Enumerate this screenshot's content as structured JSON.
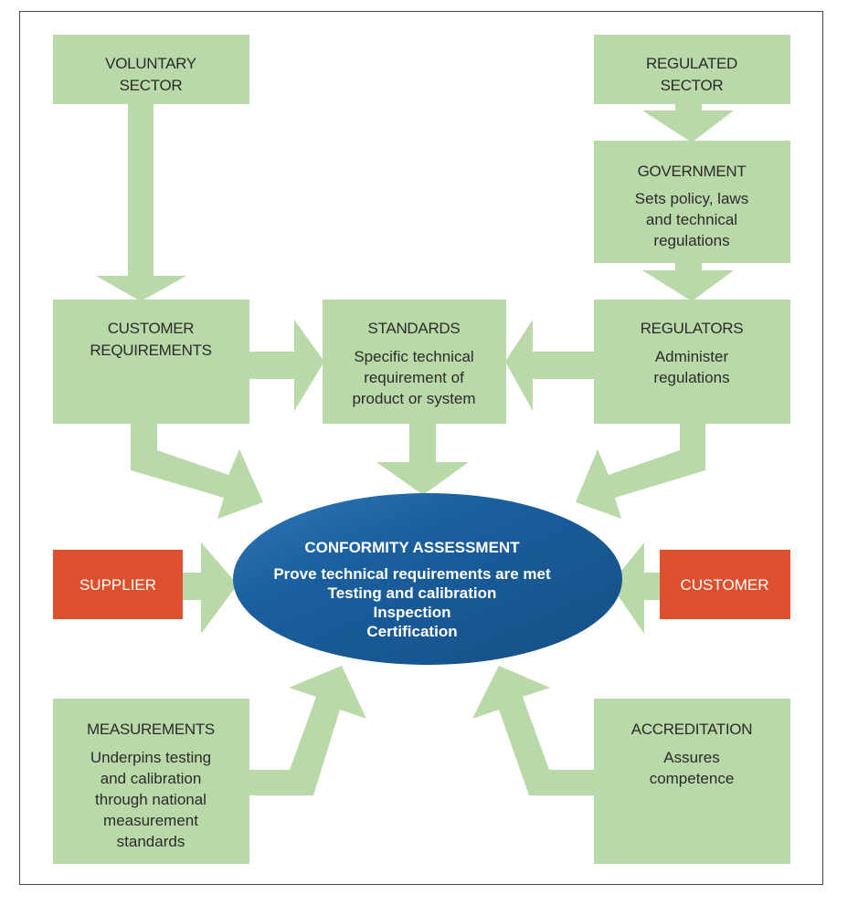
{
  "diagram": {
    "colors": {
      "node_green": "#b9d9a8",
      "node_red": "#dc502d",
      "center_blue": "#1a5f9e",
      "text_dark": "#2b2b2b",
      "text_light": "#ffffff"
    },
    "nodes": {
      "voluntary_sector": {
        "title": [
          "VOLUNTARY",
          "SECTOR"
        ],
        "body": []
      },
      "regulated_sector": {
        "title": [
          "REGULATED",
          "SECTOR"
        ],
        "body": []
      },
      "government": {
        "title": [
          "GOVERNMENT"
        ],
        "body": [
          "Sets policy, laws",
          "and technical",
          "regulations"
        ]
      },
      "customer_requirements": {
        "title": [
          "CUSTOMER",
          "REQUIREMENTS"
        ],
        "body": []
      },
      "standards": {
        "title": [
          "STANDARDS"
        ],
        "body": [
          "Specific technical",
          "requirement of",
          "product or system"
        ]
      },
      "regulators": {
        "title": [
          "REGULATORS"
        ],
        "body": [
          "Administer",
          "regulations"
        ]
      },
      "supplier": {
        "title": [
          "SUPPLIER"
        ]
      },
      "customer": {
        "title": [
          "CUSTOMER"
        ]
      },
      "measurements": {
        "title": [
          "MEASUREMENTS"
        ],
        "body": [
          "Underpins testing",
          "and calibration",
          "through national",
          "measurement",
          "standards"
        ]
      },
      "accreditation": {
        "title": [
          "ACCREDITATION"
        ],
        "body": [
          "Assures",
          "competence"
        ]
      },
      "conformity_assessment": {
        "title": "CONFORMITY ASSESSMENT",
        "body": [
          "Prove technical requirements are met",
          "Testing and calibration",
          "Inspection",
          "Certification"
        ]
      }
    },
    "edges": [
      {
        "from": "voluntary_sector",
        "to": "customer_requirements"
      },
      {
        "from": "regulated_sector",
        "to": "government"
      },
      {
        "from": "government",
        "to": "regulators"
      },
      {
        "from": "customer_requirements",
        "to": "standards"
      },
      {
        "from": "regulators",
        "to": "standards"
      },
      {
        "from": "customer_requirements",
        "to": "conformity_assessment"
      },
      {
        "from": "standards",
        "to": "conformity_assessment"
      },
      {
        "from": "regulators",
        "to": "conformity_assessment"
      },
      {
        "from": "supplier",
        "to": "conformity_assessment"
      },
      {
        "from": "customer",
        "to": "conformity_assessment"
      },
      {
        "from": "measurements",
        "to": "conformity_assessment"
      },
      {
        "from": "accreditation",
        "to": "conformity_assessment"
      }
    ]
  }
}
